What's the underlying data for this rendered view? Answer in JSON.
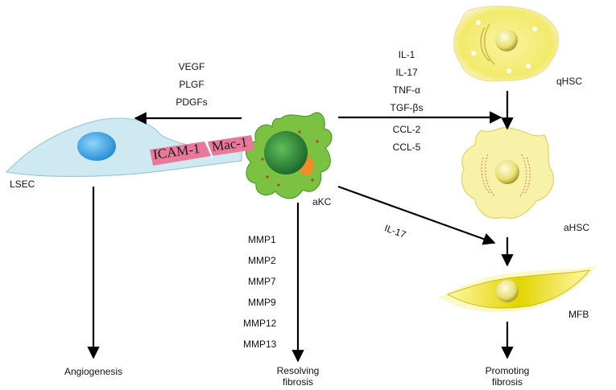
{
  "cells": {
    "lsec": "LSEC",
    "akc": "aKC",
    "qhsc": "qHSC",
    "ahsc": "aHSC",
    "mfb": "MFB"
  },
  "adhesion": {
    "icam": "ICAM-1",
    "mac": "Mac-1"
  },
  "to_lsec_factors": [
    "VEGF",
    "PLGF",
    "PDGFs"
  ],
  "to_qhsc_factors": [
    "IL-1",
    "IL-17",
    "TNF-α",
    "TGF-βs",
    "CCL-2",
    "CCL-5"
  ],
  "to_mfb_factor": "IL-17",
  "mmps": [
    "MMP1",
    "MMP2",
    "MMP7",
    "MMP9",
    "MMP12",
    "MMP13"
  ],
  "outcomes": {
    "angiogenesis": "Angiogenesis",
    "resolving": [
      "Resolving",
      "fibrosis"
    ],
    "promoting": [
      "Promoting",
      "fibrosis"
    ]
  },
  "colors": {
    "lsec_body": "#cfe9f2",
    "lsec_nucleus": "#3aa8e8",
    "akc_body": "#7cc242",
    "akc_nucleus": "#2a8a3a",
    "adhesion_band": "#e8799a",
    "hsc_yellow": "#f2ea6a",
    "mfb_yellow": "#e2d400"
  }
}
